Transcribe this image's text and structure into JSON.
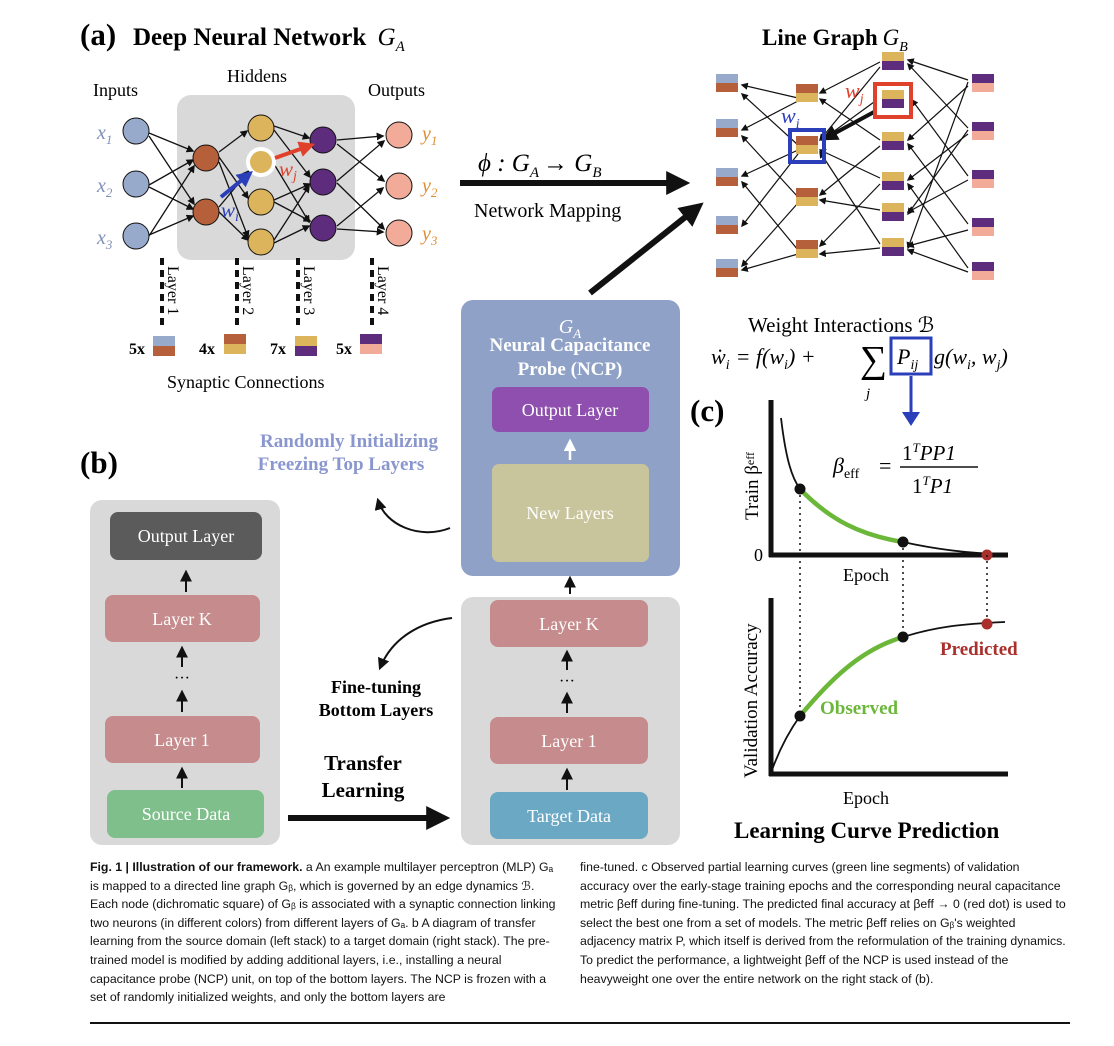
{
  "panel_a": {
    "label": "(a)",
    "title": "Deep Neural Network",
    "title_sym": "G",
    "title_sub": "A",
    "inputs_label": "Inputs",
    "hiddens_label": "Hiddens",
    "outputs_label": "Outputs",
    "input_nodes": [
      {
        "sym": "x",
        "sub": "1"
      },
      {
        "sym": "x",
        "sub": "2"
      },
      {
        "sym": "x",
        "sub": "3"
      }
    ],
    "output_nodes": [
      {
        "sym": "y",
        "sub": "1"
      },
      {
        "sym": "y",
        "sub": "2"
      },
      {
        "sym": "y",
        "sub": "3"
      }
    ],
    "wi": {
      "sym": "w",
      "sub": "i"
    },
    "wj": {
      "sym": "w",
      "sub": "j"
    },
    "layers": [
      "Layer 1",
      "Layer 2",
      "Layer 3",
      "Layer 4"
    ],
    "counts": [
      "5x",
      "4x",
      "7x",
      "5x"
    ],
    "synaptic_label": "Synaptic Connections"
  },
  "mapping": {
    "formula": "ϕ : G",
    "formula_sub_a": "A",
    "arrow": "→ G",
    "formula_sub_b": "B",
    "label": "Network Mapping"
  },
  "panel_line_graph": {
    "title": "Line Graph",
    "title_sym": "G",
    "title_sub": "B",
    "wi": {
      "sym": "w",
      "sub": "i"
    },
    "wj": {
      "sym": "w",
      "sub": "j"
    }
  },
  "weight_interactions": {
    "title": "Weight Interactions ℬ",
    "eq_lhs": "ẇ",
    "eq_lhs_sub": "i",
    "eq_mid": "= f(w",
    "eq_mid_sub": "i",
    "eq_plus": ") +",
    "sum": "∑",
    "sum_sub": "j",
    "p": "P",
    "p_sub": "ij",
    "g": "g(w",
    "g_sub_i": "i",
    "g_comma": ", w",
    "g_sub_j": "j",
    "g_close": ")"
  },
  "panel_b": {
    "label": "(b)",
    "ncp_sym": "G",
    "ncp_sub": "A",
    "ncp_title_1": "Neural Capacitance",
    "ncp_title_2": "Probe (NCP)",
    "ncp_output": "Output Layer",
    "ncp_new": "New Layers",
    "random_1": "Randomly Initializing",
    "random_2": "Freezing Top Layers",
    "left_stack": [
      "Output Layer",
      "Layer K",
      "···",
      "Layer 1",
      "Source Data"
    ],
    "right_stack": [
      "Layer K",
      "···",
      "Layer 1",
      "Target Data"
    ],
    "finetune_1": "Fine-tuning",
    "finetune_2": "Bottom Layers",
    "transfer_1": "Transfer",
    "transfer_2": "Learning"
  },
  "panel_c": {
    "label": "(c)",
    "beta_sym": "β",
    "beta_sub": "eff",
    "beta_num": "1",
    "beta_num_sup": "T",
    "beta_num_rest": "PP1",
    "beta_den": "1",
    "beta_den_sup": "T",
    "beta_den_rest": "P1",
    "top_ylabel": "Train β",
    "top_ylabel_sub": "eff",
    "zero": "0",
    "top_xlabel": "Epoch",
    "bottom_ylabel": "Validation Accuracy",
    "bottom_xlabel": "Epoch",
    "predicted": "Predicted",
    "observed": "Observed",
    "title": "Learning Curve Prediction"
  },
  "caption": {
    "lead": "Fig. 1 | Illustration of our framework.",
    "left_text": " a An example multilayer perceptron (MLP) Gₐ is mapped to a directed line graph Gᵦ, which is governed by an edge dynamics ℬ. Each node (dichromatic square) of Gᵦ is associated with a synaptic connection linking two neurons (in different colors) from different layers of Gₐ. b A diagram of transfer learning from the source domain (left stack) to a target domain (right stack). The pre-trained model is modified by adding additional layers, i.e., installing a neural capacitance probe (NCP) unit, on top of the bottom layers. The NCP is frozen with a set of randomly initialized weights, and only the bottom layers are",
    "right_text": "fine-tuned. c Observed partial learning curves (green line segments) of validation accuracy over the early-stage training epochs and the corresponding neural capacitance metric βeff during fine-tuning. The predicted final accuracy at βeff → 0 (red dot) is used to select the best one from a set of models. The metric βeff relies on Gᵦ's weighted adjacency matrix P, which itself is derived from the reformulation of the training dynamics. To predict the performance, a lightweight βeff of the NCP is used instead of the heavyweight one over the entire network on the right stack of (b)."
  },
  "colors": {
    "input": "#97aacb",
    "hidden1": "#b5603a",
    "hidden2": "#dcb45c",
    "hidden3": "#5e2c7c",
    "output": "#f2ab98",
    "red": "#e0412b",
    "blue": "#2b3fbb",
    "green": "#6bb739",
    "dark_red": "#a9302c",
    "orange_text": "#e08d36",
    "input_text": "#7f8fb8",
    "ncp_box": "#8fa1c7",
    "purple_layer": "#8e4fae",
    "olive_layer": "#c8c49c",
    "rose_layer": "#c68b8c",
    "gray_output": "#5b5b5b",
    "source": "#7fbf8c",
    "target": "#6ba8c4"
  }
}
